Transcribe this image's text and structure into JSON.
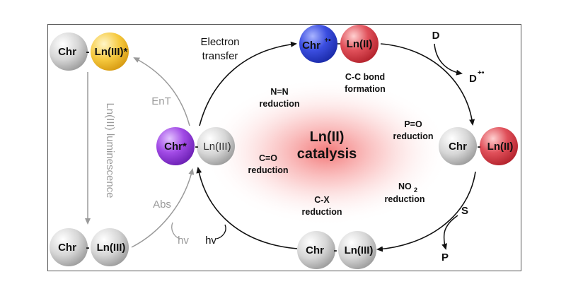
{
  "center": {
    "line1": "Ln(II)",
    "line2": "catalysis"
  },
  "complexes": {
    "top": {
      "left": "Chr",
      "left_sup": "+•",
      "right": "Ln(II)"
    },
    "right": {
      "left": "Chr",
      "right": "Ln(II)"
    },
    "bottom": {
      "left": "Chr",
      "right": "Ln(III)"
    },
    "excited": {
      "left": "Chr*",
      "right": "Ln(III)"
    },
    "top_left": {
      "left": "Chr",
      "right": "Ln(III)*"
    },
    "bottom_left": {
      "left": "Chr",
      "right": "Ln(III)"
    }
  },
  "labels": {
    "electron_transfer_1": "Electron",
    "electron_transfer_2": "transfer",
    "ent": "EnT",
    "abs": "Abs",
    "hv_gray": "hv",
    "hv_black": "hv",
    "luminescence": "Ln(III) luminescence",
    "donor": "D",
    "donor_ox": "D",
    "donor_ox_sup": "+•",
    "substrate": "S",
    "product": "P"
  },
  "reactions": {
    "nn_1": "N=N",
    "nn_2": "reduction",
    "cc_1": "C-C bond",
    "cc_2": "formation",
    "po_1": "P=O",
    "po_2": "reduction",
    "co_1": "C=O",
    "co_2": "reduction",
    "cx_1": "C-X",
    "cx_2": "reduction",
    "no2_1": "NO",
    "no2_sub": "2",
    "no2_2": "reduction"
  },
  "colors": {
    "gray_sphere": "#c8c8c8",
    "yellow_sphere": "#f4c542",
    "blue_sphere": "#3a4fd8",
    "red_sphere": "#d9414a",
    "purple_sphere": "#9b3fe0",
    "glow": "#f06a6a"
  }
}
